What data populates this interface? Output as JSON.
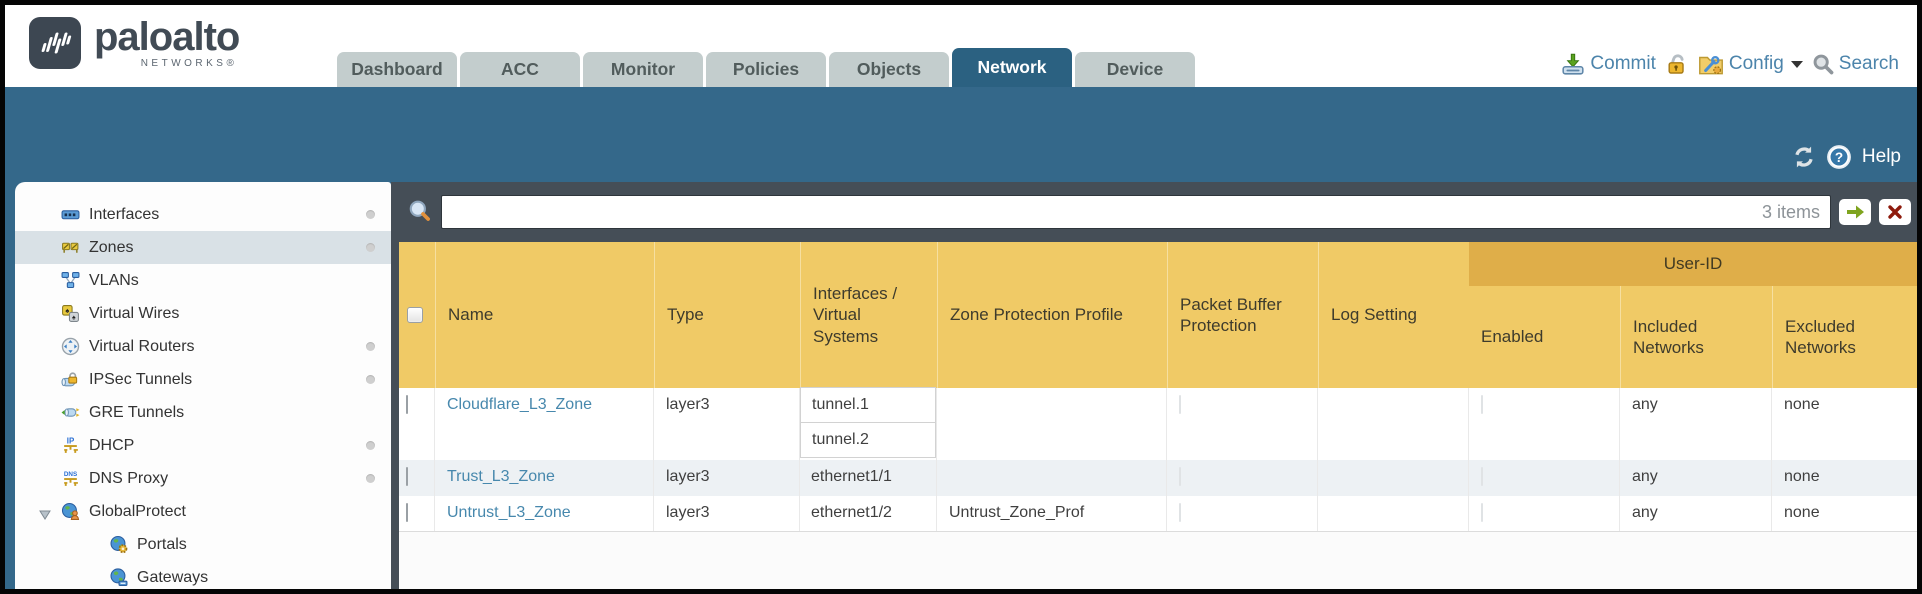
{
  "header": {
    "logo": {
      "brand": "paloalto",
      "sub": "NETWORKS®"
    },
    "tabs": [
      {
        "label": "Dashboard",
        "active": false
      },
      {
        "label": "ACC",
        "active": false
      },
      {
        "label": "Monitor",
        "active": false
      },
      {
        "label": "Policies",
        "active": false
      },
      {
        "label": "Objects",
        "active": false
      },
      {
        "label": "Network",
        "active": true
      },
      {
        "label": "Device",
        "active": false
      }
    ],
    "utilities": {
      "commit_label": "Commit",
      "config_label": "Config",
      "search_label": "Search"
    }
  },
  "band": {
    "help_label": "Help"
  },
  "sidebar": {
    "items": [
      {
        "label": "Interfaces",
        "selected": false,
        "dot": true
      },
      {
        "label": "Zones",
        "selected": true,
        "dot": true
      },
      {
        "label": "VLANs",
        "selected": false,
        "dot": false
      },
      {
        "label": "Virtual Wires",
        "selected": false,
        "dot": false
      },
      {
        "label": "Virtual Routers",
        "selected": false,
        "dot": true
      },
      {
        "label": "IPSec Tunnels",
        "selected": false,
        "dot": true
      },
      {
        "label": "GRE Tunnels",
        "selected": false,
        "dot": false
      },
      {
        "label": "DHCP",
        "selected": false,
        "dot": true
      },
      {
        "label": "DNS Proxy",
        "selected": false,
        "dot": true
      },
      {
        "label": "GlobalProtect",
        "selected": false,
        "dot": false,
        "expandable": true
      },
      {
        "label": "Portals",
        "selected": false,
        "dot": false,
        "child": true
      },
      {
        "label": "Gateways",
        "selected": false,
        "dot": false,
        "child": true
      }
    ]
  },
  "filter": {
    "count_label": "3 items"
  },
  "table": {
    "group_header": "User-ID",
    "columns": [
      "Name",
      "Type",
      "Interfaces / Virtual Systems",
      "Zone Protection Profile",
      "Packet Buffer Protection",
      "Log Setting",
      "Enabled",
      "Included Networks",
      "Excluded Networks"
    ],
    "rows": [
      {
        "name": "Cloudflare_L3_Zone",
        "type": "layer3",
        "interfaces": [
          "tunnel.1",
          "tunnel.2"
        ],
        "zone_protection_profile": "",
        "packet_buffer_protection": false,
        "log_setting": "",
        "enabled": false,
        "included_networks": "any",
        "excluded_networks": "none"
      },
      {
        "name": "Trust_L3_Zone",
        "type": "layer3",
        "interfaces": [
          "ethernet1/1"
        ],
        "zone_protection_profile": "",
        "packet_buffer_protection": false,
        "log_setting": "",
        "enabled": false,
        "included_networks": "any",
        "excluded_networks": "none"
      },
      {
        "name": "Untrust_L3_Zone",
        "type": "layer3",
        "interfaces": [
          "ethernet1/2"
        ],
        "zone_protection_profile": "Untrust_Zone_Prof",
        "packet_buffer_protection": false,
        "log_setting": "",
        "enabled": false,
        "included_networks": "any",
        "excluded_networks": "none"
      }
    ]
  },
  "icons": {
    "commit": "disk-with-green-down-arrow",
    "lock": "open-orange-padlock",
    "config": "folder-with-wrench",
    "search": "magnifier",
    "refresh": "circular-arrows",
    "help": "question-circle",
    "filter_search": "magnifier",
    "apply_filter": "green-right-arrow",
    "clear_filter": "red-x"
  },
  "colors": {
    "band_teal": "#34688a",
    "active_tab": "#2b6181",
    "slate": "#454e57",
    "table_header": "#f0ca66",
    "table_group_header": "#dfae49",
    "link": "#4788ad"
  }
}
